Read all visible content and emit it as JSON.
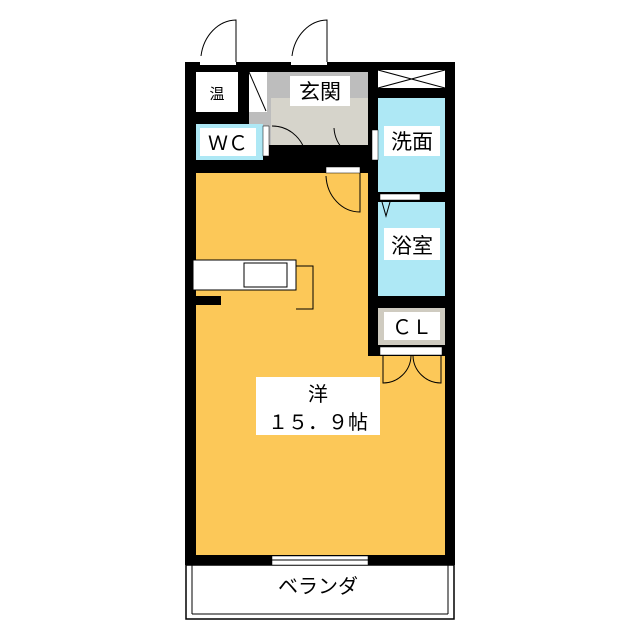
{
  "rooms": {
    "heater": "温",
    "entrance": "玄関",
    "wc": "ＷＣ",
    "washroom": "洗面",
    "bathroom": "浴室",
    "closet": "ＣＬ",
    "western_room": "洋",
    "western_room_size": "１５．９帖",
    "balcony": "ベランダ"
  },
  "colors": {
    "living": "#fcc858",
    "water": "#aee8f5",
    "entrance": "#bdbdbd",
    "entrance_floor": "#d6d4cb",
    "closet": "#cfcbc0",
    "wall": "#000000"
  }
}
